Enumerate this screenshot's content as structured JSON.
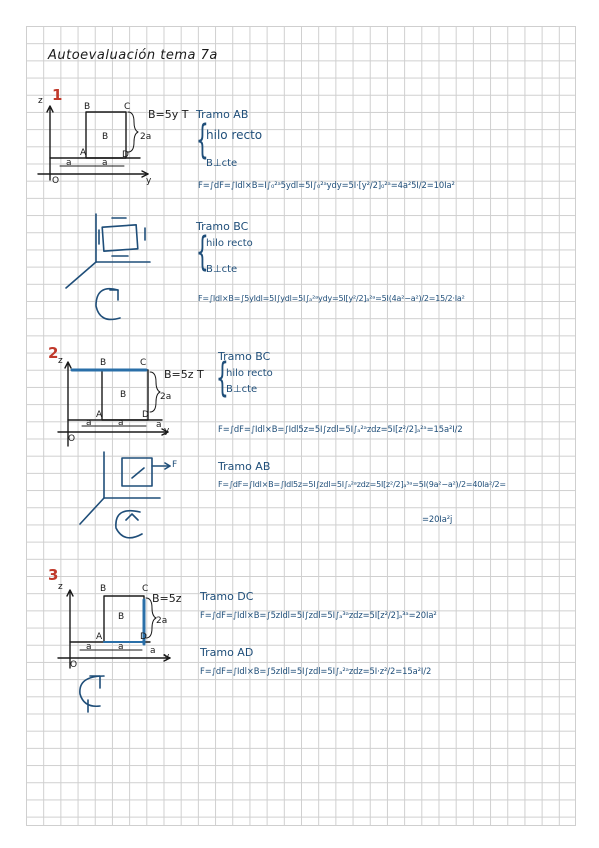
{
  "title": "Autoevaluación tema 7a",
  "colors": {
    "ink": "#1f4e79",
    "pen": "#1a1a1a",
    "accent": "#c0392b",
    "highlight": "#2a6fa8"
  },
  "problems": [
    {
      "number": "1",
      "field": "B=5y T",
      "labels": {
        "z": "z",
        "y": "y",
        "O": "O",
        "A": "A",
        "B": "B",
        "C": "C",
        "D": "D",
        "a1": "a",
        "a2": "a",
        "side": "2a",
        "vec": "B"
      },
      "segments": [
        {
          "heading": "Tramo AB",
          "conditions": [
            "hilo recto",
            "B⊥cte"
          ],
          "equation": "F=∫dF=∫Idl×B=I∫₀²ᵃ5ydl=5I∫₀²ᵃydy=5I·[y²/2]₀²ᵃ=4a²5I/2=10Ia²"
        },
        {
          "heading": "Tramo BC",
          "conditions": [
            "hilo recto",
            "B⊥cte"
          ],
          "equation": "F=∫Idl×B=∫5yIdl=5I∫ydl=5I∫ₐ²ᵃydy=5I[y²/2]ₐ²ᵃ=5I(4a²−a²)/2=15/2·Ia²"
        }
      ]
    },
    {
      "number": "2",
      "field": "B=5z T",
      "labels": {
        "z": "z",
        "y": "y",
        "O": "O",
        "A": "A",
        "B": "B",
        "C": "C",
        "D": "D",
        "a1": "a",
        "a2": "a",
        "side": "2a",
        "bot": "a",
        "vec": "B",
        "force": "F"
      },
      "segments": [
        {
          "heading": "Tramo BC",
          "conditions": [
            "hilo recto",
            "B⊥cte"
          ],
          "equation": "F=∫dF=∫Idl×B=∫Idl5z=5I∫zdl=5I∫ₐ²ᵃzdz=5I[z²/2]ₐ²ᵃ=15a²I/2"
        },
        {
          "heading": "Tramo AB",
          "conditions": [],
          "equation": "F=∫dF=∫Idl×B=∫Idl5z=5I∫zdl=5I∫ₐ²ᵃzdz=5I[z²/2]ₐ³ᵃ=5I(9a²−a²)/2=40Ia²/2=",
          "result": "=20Ia²j"
        }
      ]
    },
    {
      "number": "3",
      "field": "B=5z",
      "labels": {
        "z": "z",
        "y": "y",
        "O": "O",
        "A": "A",
        "B": "B",
        "C": "C",
        "D": "D",
        "a1": "a",
        "a2": "a",
        "side": "2a",
        "bot": "a",
        "vec": "B"
      },
      "segments": [
        {
          "heading": "Tramo DC",
          "conditions": [],
          "equation": "F=∫dF=∫Idl×B=∫5zIdl=5I∫zdl=5I∫ₐ³ᵃzdz=5I[z²/2]ₐ³ᵃ=20Ia²"
        },
        {
          "heading": "Tramo AD",
          "conditions": [],
          "equation": "F=∫dF=∫Idl×B=∫5zIdl=5I∫zdl=5I∫ₐ²ᵃzdz=5I·z²/2=15a²I/2"
        }
      ]
    }
  ]
}
